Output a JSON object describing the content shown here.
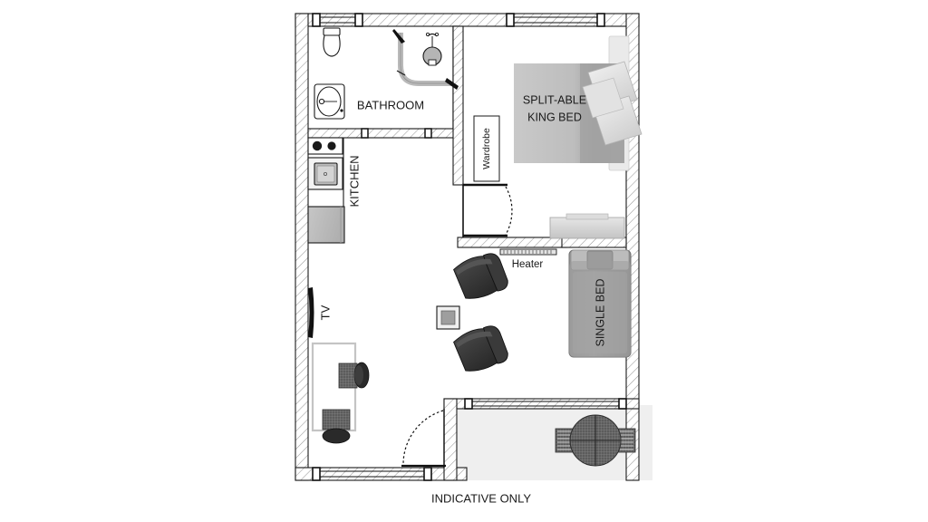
{
  "document": {
    "type": "floor-plan",
    "caption": "INDICATIVE ONLY",
    "background_color": "#ffffff",
    "line_color": "#1a1a1a",
    "hatch_color": "#9a9a9a",
    "patio_fill": "#efefef"
  },
  "rooms": [
    {
      "id": "bathroom",
      "label": "BATHROOM",
      "orientation": "horizontal"
    },
    {
      "id": "kitchen",
      "label": "KITCHEN",
      "orientation": "vertical"
    },
    {
      "id": "bedroom",
      "label": "SPLIT-ABLE\nKING BED",
      "orientation": "horizontal"
    },
    {
      "id": "living",
      "label": "",
      "orientation": "horizontal"
    },
    {
      "id": "patio",
      "label": "",
      "orientation": "horizontal"
    }
  ],
  "labels": {
    "bathroom": "BATHROOM",
    "kitchen": "KITCHEN",
    "king_bed_line1": "SPLIT-ABLE",
    "king_bed_line2": "KING BED",
    "single_bed": "SINGLE BED",
    "wardrobe": "Wardrobe",
    "heater": "Heater",
    "tv": "TV",
    "caption": "INDICATIVE ONLY"
  },
  "fixtures": [
    {
      "name": "toilet",
      "room": "bathroom"
    },
    {
      "name": "bathtub",
      "room": "bathroom"
    },
    {
      "name": "washbasin",
      "room": "bathroom"
    },
    {
      "name": "shower-screen",
      "room": "bathroom"
    },
    {
      "name": "cooktop",
      "room": "kitchen"
    },
    {
      "name": "sink",
      "room": "kitchen"
    },
    {
      "name": "fridge",
      "room": "kitchen"
    },
    {
      "name": "tv",
      "room": "living"
    },
    {
      "name": "desk",
      "room": "living"
    },
    {
      "name": "desk-chair",
      "room": "living"
    },
    {
      "name": "luggage-bench",
      "room": "living"
    },
    {
      "name": "armchair-upper",
      "room": "living"
    },
    {
      "name": "armchair-lower",
      "room": "living"
    },
    {
      "name": "side-table",
      "room": "living"
    },
    {
      "name": "king-bed",
      "room": "bedroom"
    },
    {
      "name": "wardrobe",
      "room": "bedroom"
    },
    {
      "name": "single-bed",
      "room": "bedroom-alcove"
    },
    {
      "name": "heater",
      "room": "living"
    },
    {
      "name": "patio-table",
      "room": "patio"
    },
    {
      "name": "patio-chair-left",
      "room": "patio"
    },
    {
      "name": "patio-chair-right",
      "room": "patio"
    }
  ],
  "openings": [
    {
      "name": "window-top-left",
      "wall": "top"
    },
    {
      "name": "window-top-right",
      "wall": "top"
    },
    {
      "name": "window-bottom",
      "wall": "bottom"
    },
    {
      "name": "window-patio",
      "wall": "patio-top"
    },
    {
      "name": "door-bathroom",
      "wall": "bathroom-bottom"
    },
    {
      "name": "door-bedroom",
      "wall": "bedroom-bottom"
    },
    {
      "name": "door-entry",
      "wall": "living-bottom"
    }
  ]
}
